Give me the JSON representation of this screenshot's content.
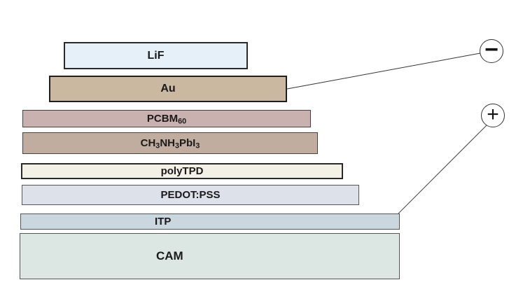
{
  "title": "Device layer stack",
  "layers": [
    {
      "id": "lif",
      "label": "LiF",
      "sub": "",
      "fill": "#e6f0f8"
    },
    {
      "id": "au",
      "label": "Au",
      "sub": "",
      "fill": "#cbb8a1"
    },
    {
      "id": "pcbm",
      "label": "PCBM",
      "sub": "60",
      "fill": "#c9b1b0"
    },
    {
      "id": "perovskite",
      "parts": [
        "CH",
        "3",
        "NH",
        "3",
        "PbI",
        "3"
      ],
      "fill": "#c1ada0"
    },
    {
      "id": "polytpd",
      "label": "polyTPD",
      "sub": "",
      "fill": "#f3f1e6"
    },
    {
      "id": "pedot",
      "label": "PEDOT:PSS",
      "sub": "",
      "fill": "#dde1ea"
    },
    {
      "id": "itp",
      "label": "ITP",
      "sub": "",
      "fill": "#cbd7df"
    },
    {
      "id": "cam",
      "label": "CAM",
      "sub": "",
      "fill": "#dce7e3"
    }
  ],
  "electrodes": {
    "negative": {
      "symbol": "−",
      "connects_to": "Au"
    },
    "positive": {
      "symbol": "+",
      "connects_to": "ITP"
    }
  }
}
